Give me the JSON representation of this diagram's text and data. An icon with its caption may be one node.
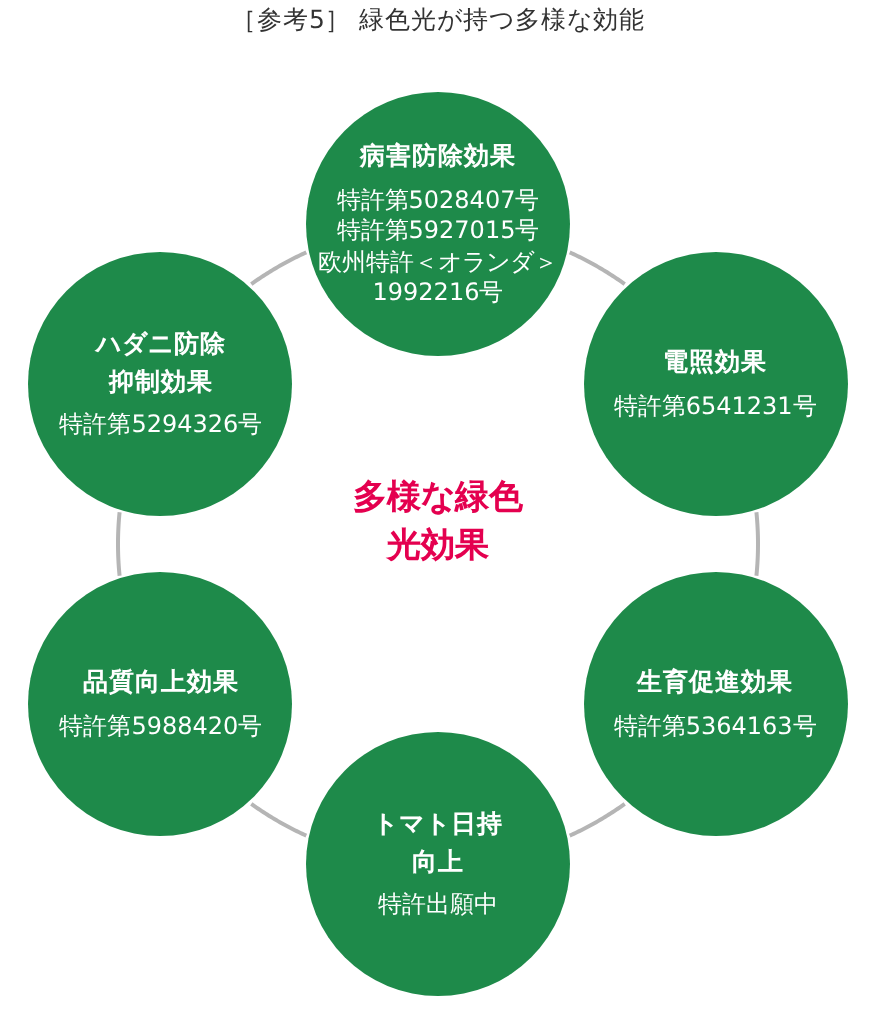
{
  "diagram": {
    "title": "［参考5］ 緑色光が持つ多様な効能",
    "nodes": [
      {
        "text": [
          "病害防除効果",
          "特許第5028407号",
          "特許第5927015号",
          "欧州特許＜オランダ＞1992216号"
        ]
      },
      {
        "text": [
          "ハダニ防除抑制効果",
          "特許第5294326号"
        ]
      },
      {
        "text": [
          "電照効果",
          "特許第6541231号"
        ]
      },
      {
        "text": [
          "品質向上効果",
          "特許第5988420号"
        ]
      },
      {
        "text": [
          "生育促進効果",
          "特許第5364163号"
        ]
      },
      {
        "text": [
          "トマト日持向上",
          "特許出願中"
        ]
      }
    ],
    "edges": [
      {
        "from": 0,
        "to": 2,
        "arrow": "none"
      },
      {
        "from": 2,
        "to": 4,
        "arrow": "none"
      },
      {
        "from": 4,
        "to": 5,
        "arrow": "none"
      },
      {
        "from": 5,
        "to": 3,
        "arrow": "none"
      },
      {
        "from": 3,
        "to": 1,
        "arrow": "none"
      },
      {
        "from": 1,
        "to": 0,
        "arrow": "none"
      }
    ],
    "labels": [
      "多様な緑色光効果"
    ]
  }
}
